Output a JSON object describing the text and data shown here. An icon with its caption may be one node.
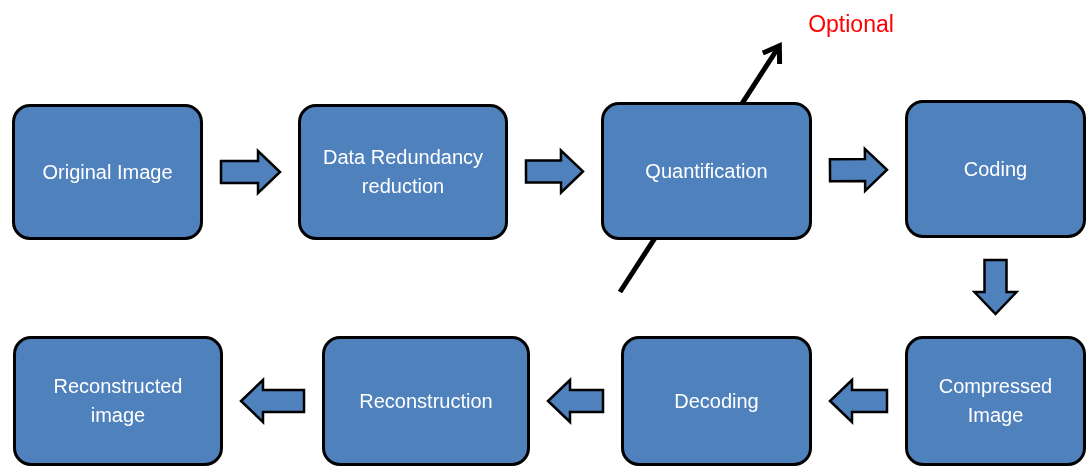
{
  "diagram": {
    "nodes": [
      {
        "text": [
          "Original Image"
        ]
      },
      {
        "text": [
          "Data Redundancy reduction"
        ]
      },
      {
        "text": [
          "Quantification"
        ]
      },
      {
        "text": [
          "Coding"
        ]
      },
      {
        "text": [
          "Compressed Image"
        ]
      },
      {
        "text": [
          "Decoding"
        ]
      },
      {
        "text": [
          "Reconstruction"
        ]
      },
      {
        "text": [
          "Reconstructed image"
        ]
      },
      {
        "text": [
          "Optional"
        ]
      }
    ],
    "edges": [
      {
        "from": 0,
        "to": 1,
        "arrow": "to"
      },
      {
        "from": 1,
        "to": 2,
        "arrow": "to"
      },
      {
        "from": 2,
        "to": 3,
        "arrow": "to"
      },
      {
        "from": 3,
        "to": 4,
        "arrow": "to"
      },
      {
        "from": 4,
        "to": 5,
        "arrow": "to"
      },
      {
        "from": 5,
        "to": 6,
        "arrow": "to"
      },
      {
        "from": 6,
        "to": 7,
        "arrow": "to"
      },
      {
        "from": null,
        "to": 8,
        "arrow": "to",
        "color": "#000000"
      }
    ]
  }
}
